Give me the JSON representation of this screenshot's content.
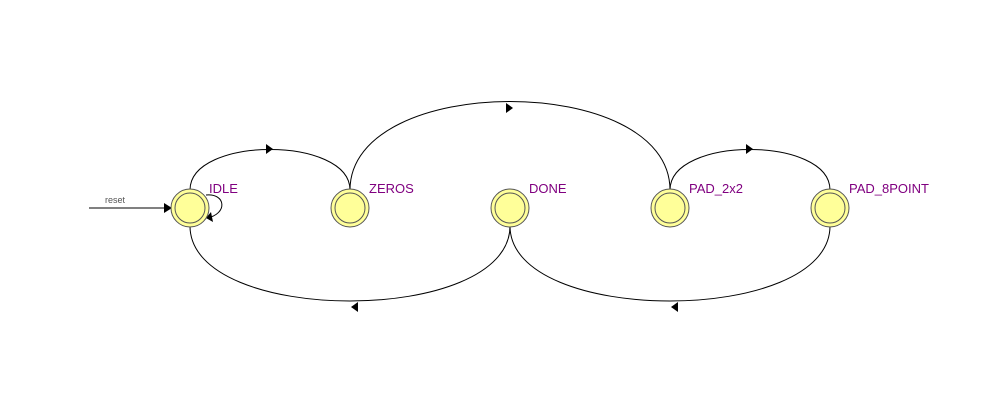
{
  "diagram": {
    "reset_label": "reset",
    "states": [
      {
        "id": "idle",
        "label": "IDLE"
      },
      {
        "id": "zeros",
        "label": "ZEROS"
      },
      {
        "id": "done",
        "label": "DONE"
      },
      {
        "id": "pad2x2",
        "label": "PAD_2x2"
      },
      {
        "id": "pad8point",
        "label": "PAD_8POINT"
      }
    ],
    "transitions": [
      {
        "from": "IDLE",
        "to": "IDLE"
      },
      {
        "from": "IDLE",
        "to": "ZEROS"
      },
      {
        "from": "ZEROS",
        "to": "PAD_2x2"
      },
      {
        "from": "PAD_2x2",
        "to": "PAD_8POINT"
      },
      {
        "from": "PAD_8POINT",
        "to": "DONE"
      },
      {
        "from": "DONE",
        "to": "IDLE"
      }
    ],
    "colors": {
      "state_fill": "#ffff99",
      "state_stroke": "#555555",
      "label": "#800080",
      "edge": "#000000",
      "reset_label": "#555555"
    }
  }
}
